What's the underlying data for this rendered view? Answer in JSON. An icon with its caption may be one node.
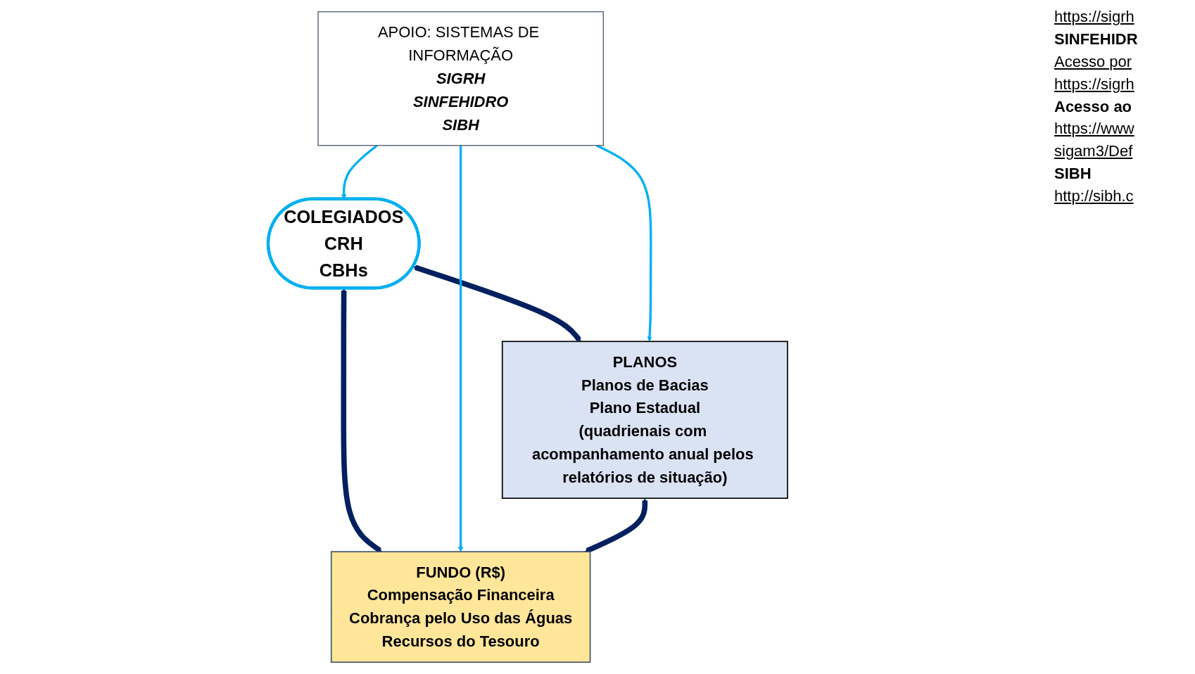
{
  "diagram": {
    "nodes": [
      {
        "text": [
          "COLEGIADOS",
          "CRH",
          "CBHs"
        ]
      },
      {
        "text": [
          "PLANOS",
          "Planos de Bacias",
          "Plano Estadual",
          "(quadrienais com acompanhamento anual pelos relatórios de situação)"
        ]
      },
      {
        "text": [
          "APOIO: SISTEMAS DE INFORMAÇÃO",
          "SIGRH",
          "SINFEHIDRO",
          "SIBH"
        ]
      },
      {
        "text": [
          "FUNDO (R$)",
          "Compensação Financeira",
          "Cobrança pelo Uso das Águas",
          "Recursos do Tesouro"
        ]
      }
    ],
    "edges": [
      {
        "from": 0,
        "to": 1,
        "arrow": "both",
        "style": "thick",
        "color": "#002060"
      },
      {
        "from": 2,
        "to": 0,
        "arrow": "to",
        "color": "#00b0f0"
      },
      {
        "from": 0,
        "to": 3,
        "arrow": "both",
        "style": "thick",
        "color": "#002060"
      },
      {
        "from": 2,
        "to": 1,
        "arrow": "to",
        "color": "#00b0f0"
      },
      {
        "from": 2,
        "to": 3,
        "arrow": "to",
        "color": "#00b0f0"
      },
      {
        "from": 1,
        "to": 3,
        "arrow": "both",
        "style": "thick",
        "color": "#002060"
      }
    ],
    "labels": [
      "https://sigrh",
      "SINFEHIDR",
      "Acesso por",
      "https://sigrh",
      "Acesso ao",
      "https://www",
      "sigam3/Def",
      "SIBH",
      "http://sibh.c"
    ]
  }
}
